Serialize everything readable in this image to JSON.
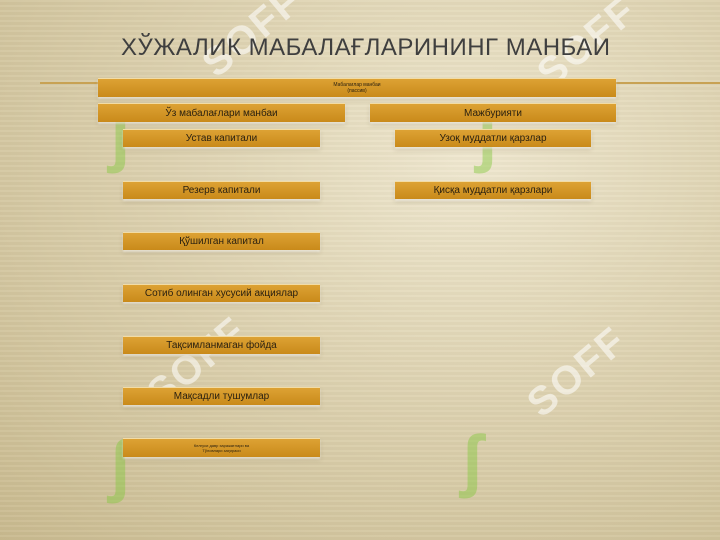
{
  "title": "ХЎЖАЛИК МАБАЛАҒЛАРИНИНГ МАНБАИ",
  "watermark": {
    "text": "SOFF",
    "logo_glyph": "ʃ",
    "logo_color": "#82c83c"
  },
  "root": {
    "line1": "Мабалағлар манбаи",
    "line2": "(пассив)"
  },
  "left_branch": {
    "heading": "Ўз мабалағлари манбаи",
    "items": [
      "Устав капитали",
      "Резерв капитали",
      "Қўшилган капитал",
      "Сотиб олинган хусусий акциялар",
      "Тақсимланмаган фойда",
      "Мақсадли тушумлар"
    ],
    "last_item": {
      "line1": "Келгуси давр харажатлари ва",
      "line2": "Тўловлари заҳираси"
    }
  },
  "right_branch": {
    "heading": "Мажбурияти",
    "items": [
      "Узоқ муддатли қарзлар",
      "Қисқа муддатли қарзлари"
    ]
  },
  "colors": {
    "box": "#d49528",
    "rule": "#c8a254",
    "title": "#3f3f3f"
  }
}
